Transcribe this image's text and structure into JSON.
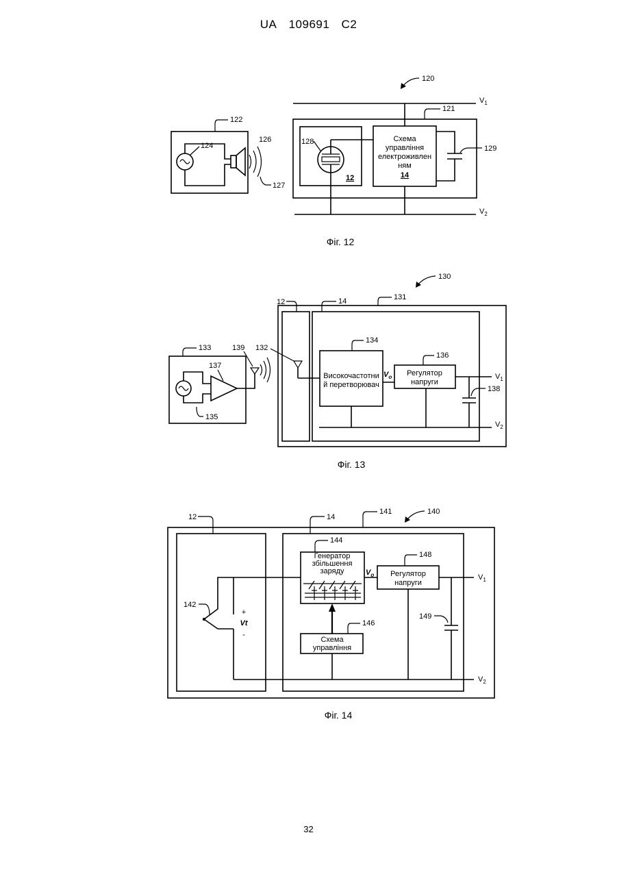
{
  "header": {
    "office": "UA",
    "number": "109691",
    "kind": "C2"
  },
  "page_number": "32",
  "fig12": {
    "caption": "Фіг. 12",
    "ref_main": "120",
    "ref_outer": "121",
    "ref_source": "122",
    "ref_generator": "124",
    "ref_speaker": "126",
    "ref_waves": "127",
    "ref_element": "128",
    "ref_cap": "129",
    "element_label": "12",
    "control_line1": "Схема",
    "control_line2": "управління",
    "control_line3": "електроживлен",
    "control_line4": "ням",
    "control_num": "14",
    "v1": "V",
    "v1_sub": "1",
    "v2": "V",
    "v2_sub": "2"
  },
  "fig13": {
    "caption": "Фіг. 13",
    "ref_main": "130",
    "ref_outer": "131",
    "ref_12": "12",
    "ref_14": "14",
    "ref_antenna": "132",
    "ref_source": "133",
    "ref_converter": "134",
    "ref_osc": "135",
    "ref_regulator": "136",
    "ref_amp": "137",
    "ref_cap": "138",
    "ref_tx_ant": "139",
    "converter_line1": "Високочастотни",
    "converter_line2": "й перетворювач",
    "regulator_line1": "Регулятор",
    "regulator_line2": "напруги",
    "vo": "V",
    "vo_sub": "o",
    "v1": "V",
    "v1_sub": "1",
    "v2": "V",
    "v2_sub": "2"
  },
  "fig14": {
    "caption": "Фіг. 14",
    "ref_main": "140",
    "ref_outer": "141",
    "ref_12": "12",
    "ref_14": "14",
    "ref_junction": "142",
    "ref_generator": "144",
    "ref_control": "146",
    "ref_regulator": "148",
    "ref_cap": "149",
    "generator_line1": "Генератор",
    "generator_line2": "збільшення",
    "generator_line3": "заряду",
    "control_line1": "Схема",
    "control_line2": "управління",
    "regulator_line1": "Регулятор",
    "regulator_line2": "напруги",
    "plus": "+",
    "minus": "-",
    "vt": "Vt",
    "vo": "V",
    "vo_sub": "o",
    "v1": "V",
    "v1_sub": "1",
    "v2": "V",
    "v2_sub": "2"
  }
}
